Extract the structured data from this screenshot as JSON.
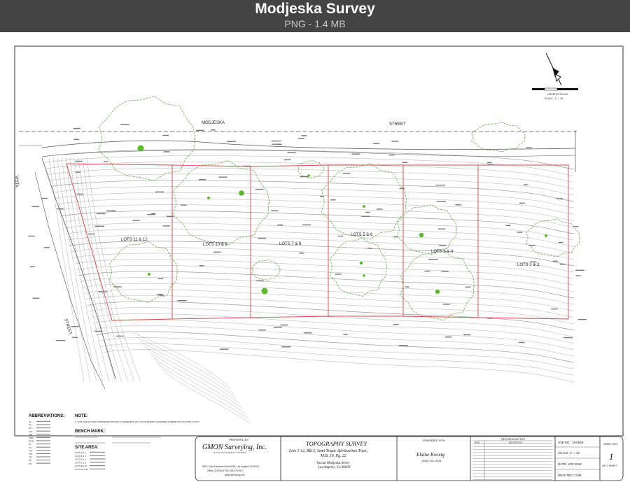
{
  "viewer": {
    "title": "Modjeska Survey",
    "meta": "PNG - 1.4 MB"
  },
  "colors": {
    "header_bg": "#444444",
    "contour": "#9a9a9a",
    "tree": "#6aa84f",
    "tree_dot": "#5cb82c",
    "lot_line": "#d64545"
  },
  "plan": {
    "street_top": "MODJESKA",
    "street_top_suffix": "STREET",
    "street_left": "STREET",
    "street_left_vertical": "VISTA",
    "lots": [
      "LOTS 11 & 12",
      "LOTS 10 & 9",
      "LOTS 7 & 8",
      "LOTS 5 & 6",
      "LOTS 3 & 4",
      "LOTS 1 & 2"
    ],
    "graphic_scale_title": "GRAPHIC SCALE",
    "graphic_scale_value": "SCALE : 1\" = 10'"
  },
  "abbreviations": {
    "heading": "ABBREVIATIONS:",
    "items": [
      "CL",
      "FH",
      "FS",
      "LOL",
      "OW",
      "OWC",
      "ROW",
      "SL",
      "TC",
      "TW",
      "TW",
      "TR",
      "UP",
      "WV"
    ]
  },
  "note": {
    "heading": "NOTE:",
    "text": "1. THIS SURVEY WAS COMPLETED WITHOUT THE BENEFIT OF A TITLE REPORT. EASEMENTS WERE NOT PLOTTED, IF ANY."
  },
  "bench_mark": {
    "heading": "BENCH MARK:"
  },
  "site_area": {
    "heading": "SITE AREA:",
    "rows": [
      "LOTS 1 & 2",
      "LOTS 3 & 4",
      "LOTS 5 & 6",
      "LOTS 7 & 8",
      "LOTS 9 & 10",
      "LOTS 11 & 12"
    ]
  },
  "title_block": {
    "prepared_by_label": "PREPARED BY:",
    "company": "GMON Surveying, Inc.",
    "company_sub": "Gordon Garcia-Quarles, PLS 8246",
    "company_address": "200 N. San Fernando Road #31B, Los Angeles CA 90031",
    "company_phone": "Office: 323.606.6735 | 818.476.0517",
    "company_web": "gmonsurveying.com",
    "survey_title": "TOPOGRAPHY SURVEY",
    "survey_line1": "Lots 1-12, Blk 3, Semi Tropic Spiritualists Tract,",
    "survey_line2": "M.B. 10, Pg. 22",
    "survey_line3": "Vacant Modjeska Street",
    "survey_line4": "Los Angeles, Ca 90039",
    "prepared_for_label": "PREPARED FOR:",
    "client": "Elaine Kwong",
    "client_phone": "(626) 341-4243",
    "revision_heading": "REVISION NOTES",
    "revision_date_col": "DATE",
    "revision_desc_col": "DESCRIPTION",
    "job_no": "JOB NO.: 19-0648",
    "scale": "SCALE: 1\" = 10'",
    "date": "DATE: APR 2019",
    "drafted": "DRAFTED: CDM",
    "sheet_no_label": "SHEET NO.",
    "sheet_no": "1",
    "sheet_of": "OF 1 SHEET"
  }
}
